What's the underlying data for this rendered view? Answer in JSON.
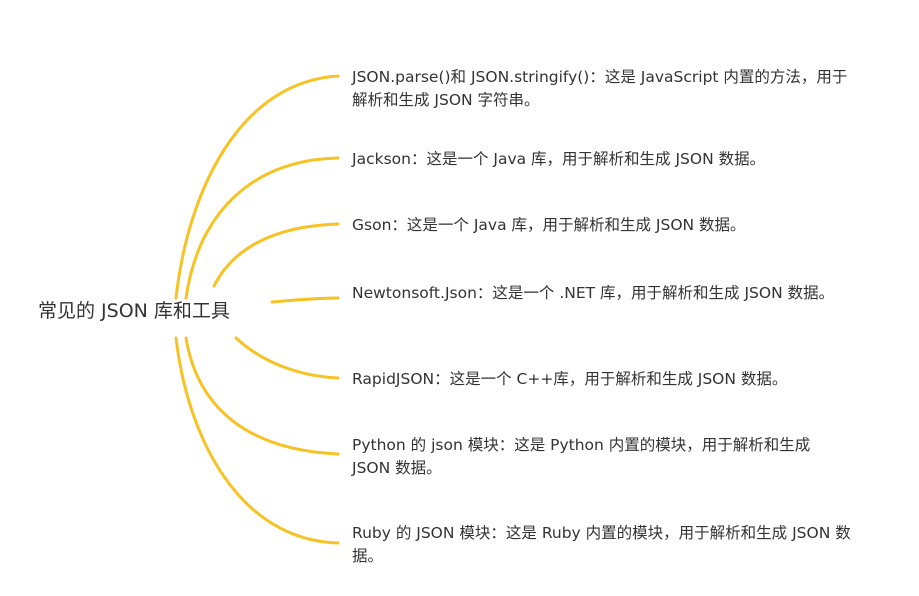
{
  "mindmap": {
    "root": {
      "label": "常见的 JSON 库和工具"
    },
    "branch_color": "#F7C324",
    "text_color": "#333333",
    "branches": [
      {
        "label": "JSON.parse()和 JSON.stringify()：这是 JavaScript 内置的方法，用于解析和生成 JSON 字符串。"
      },
      {
        "label": "Jackson：这是一个 Java 库，用于解析和生成 JSON 数据。"
      },
      {
        "label": "Gson：这是一个 Java 库，用于解析和生成 JSON 数据。"
      },
      {
        "label": "Newtonsoft.Json：这是一个 .NET 库，用于解析和生成 JSON 数据。"
      },
      {
        "label": "RapidJSON：这是一个 C++库，用于解析和生成 JSON 数据。"
      },
      {
        "label": "Python 的 json 模块：这是 Python 内置的模块，用于解析和生成 JSON 数据。"
      },
      {
        "label": "Ruby 的 JSON 模块：这是 Ruby 内置的模块，用于解析和生成 JSON 数据。"
      }
    ]
  }
}
